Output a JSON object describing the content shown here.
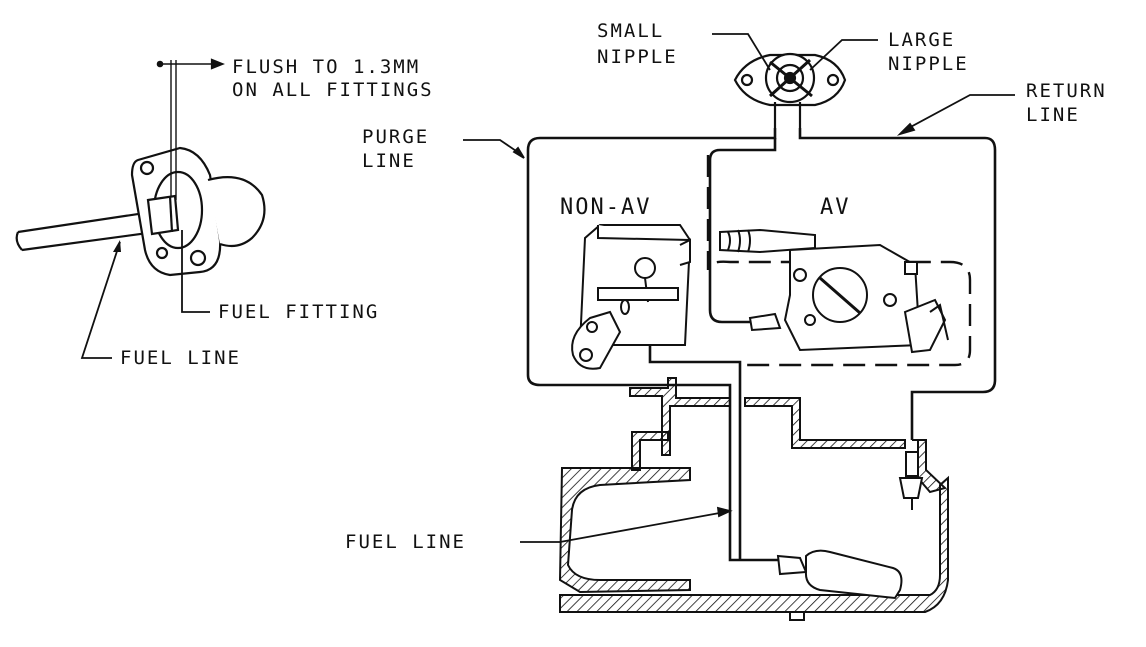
{
  "labels": {
    "flush_line1": "FLUSH TO 1.3MM",
    "flush_line2": "ON ALL FITTINGS",
    "fuel_fitting": "FUEL FITTING",
    "fuel_line_left": "FUEL LINE",
    "small_nipple_line1": "SMALL",
    "small_nipple_line2": "NIPPLE",
    "large_nipple_line1": "LARGE",
    "large_nipple_line2": "NIPPLE",
    "return_line_line1": "RETURN",
    "return_line_line2": "LINE",
    "purge_line_line1": "PURGE",
    "purge_line_line2": "LINE",
    "non_av": "NON-AV",
    "av": "AV",
    "fuel_line_bottom": "FUEL LINE"
  },
  "colors": {
    "ink": "#111111",
    "paper": "#ffffff"
  }
}
